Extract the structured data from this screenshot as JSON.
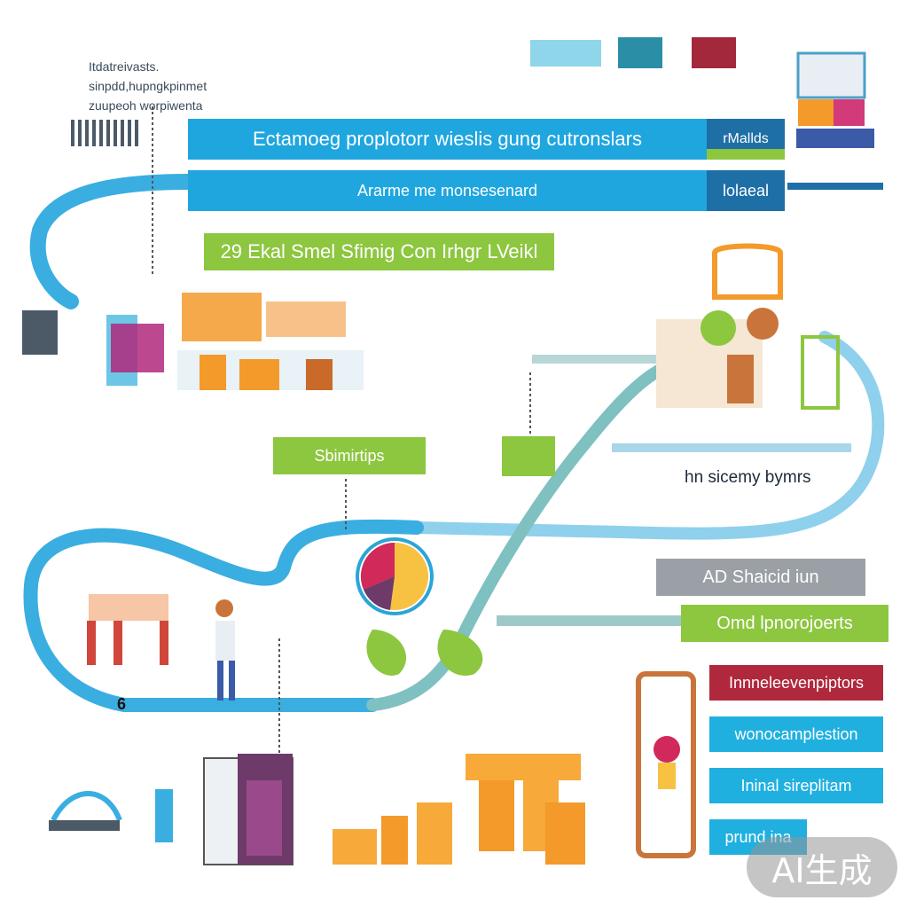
{
  "top_note": {
    "lines": [
      "Itdatreivasts.",
      "sinpdd,hupngkpinmet",
      "zuupeoh worpiwenta"
    ]
  },
  "banners": {
    "main": "Ectamoeg proplotorr wieslis gung cutronslars",
    "main_side": "rMallds",
    "second": "Ararme me monsesenard",
    "second_side": "lolaeal",
    "green": "29 Ekal Smel Sfimig Con Irhgr LVeikl"
  },
  "tags": {
    "sbimirtips": "Sbimirtips",
    "hn_sicemy": "hn sicemy bymrs",
    "ad_shaicid": "AD Shaicid iun",
    "omd_lpnorojoerts": "Omd lpnorojoerts",
    "small_number": "6"
  },
  "side_list": [
    {
      "label": "Innneleevenpiptors",
      "color": "#b0283c"
    },
    {
      "label": "wonocamplestion",
      "color": "#1fb0e0"
    },
    {
      "label": "Ininal sireplitam",
      "color": "#1fb0e0"
    },
    {
      "label": "prund ina",
      "color": "#1fb0e0"
    }
  ],
  "watermark": "AI生成",
  "colors": {
    "flow_blue": "#3aaee0",
    "flow_teal": "#7fc0c0",
    "banner_blue": "#1fa6df",
    "banner_dark": "#1e6fa6",
    "green": "#8dc63f",
    "orange": "#f39a2b",
    "red": "#b0283c",
    "purple": "#6d3a6a"
  }
}
